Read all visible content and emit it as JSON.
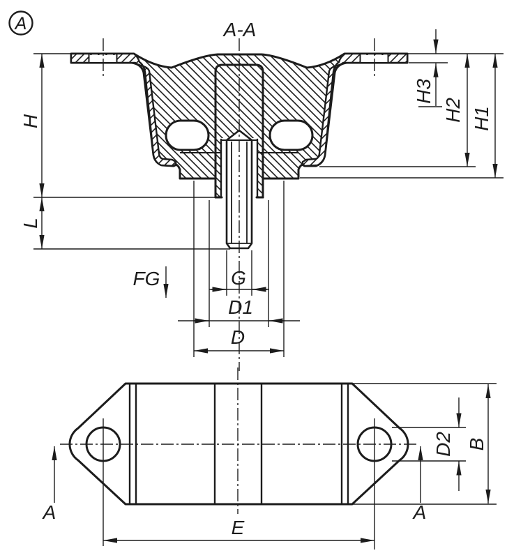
{
  "drawing": {
    "background": "#ffffff",
    "ink": "#1c1c1c",
    "detail_view_marker": "A",
    "section_label": "A-A",
    "section_view": {
      "dim_body_height": "H",
      "dim_stud_length": "L",
      "dim_h3": "H3",
      "dim_h2": "H2",
      "dim_h1": "H1",
      "dim_tightening_force": "FG",
      "dim_thread": "G",
      "dim_d1": "D1",
      "dim_d": "D"
    },
    "plan_view": {
      "dim_hole_pitch": "E",
      "dim_hole_dia": "D2",
      "dim_width": "B",
      "section_cut_left": "A",
      "section_cut_right": "A"
    }
  }
}
